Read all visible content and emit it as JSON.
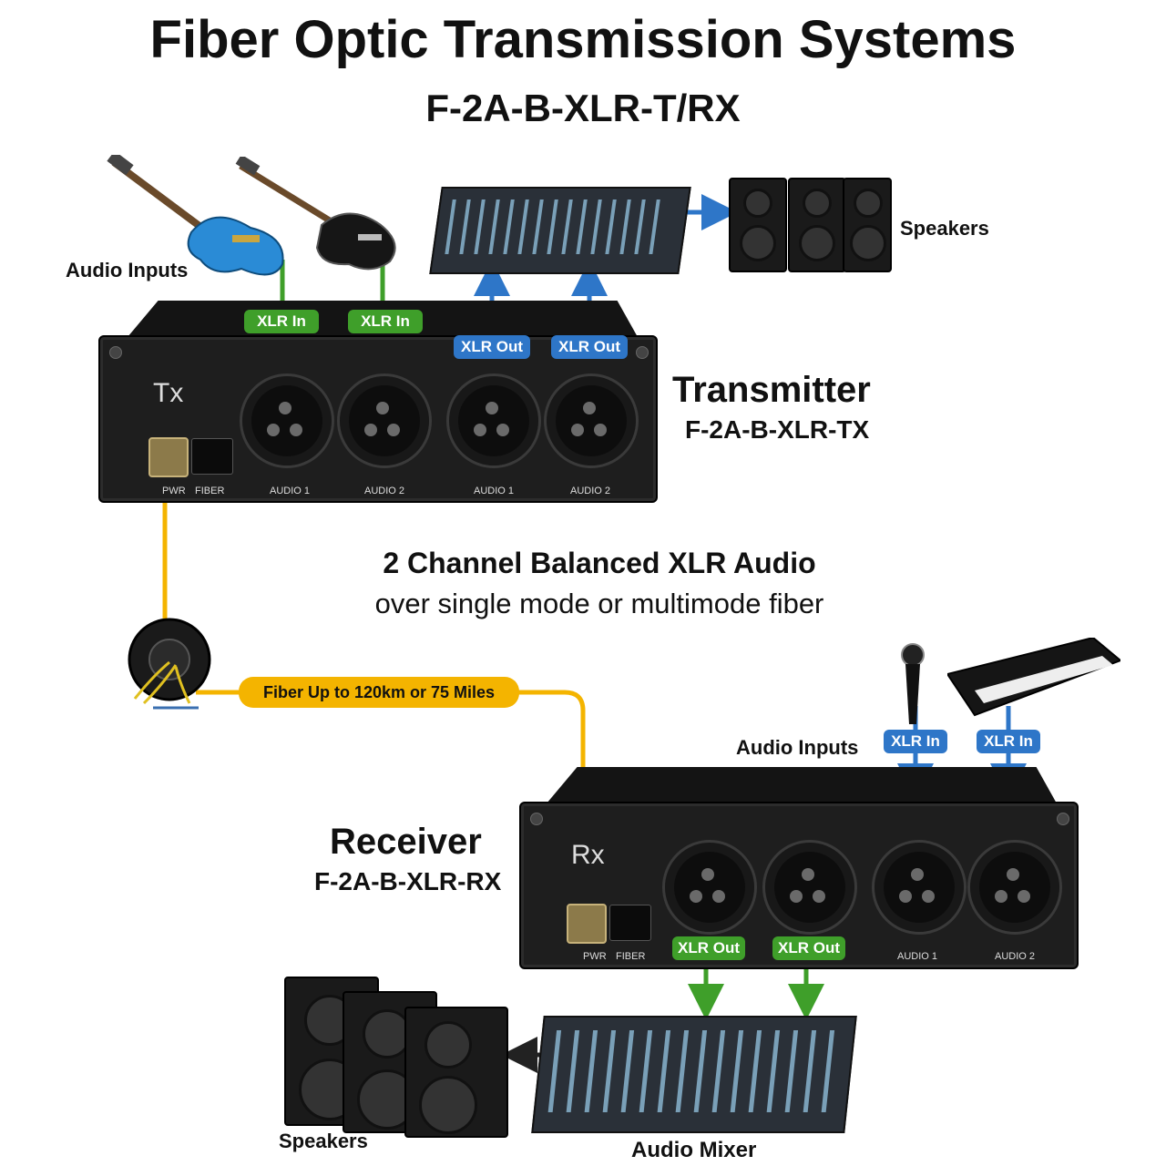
{
  "title": "Fiber Optic Transmission Systems",
  "subtitle": "F-2A-B-XLR-T/RX",
  "transmitter": {
    "heading": "Transmitter",
    "model": "F-2A-B-XLR-TX",
    "panel_label": "Tx",
    "port_labels": [
      "AUDIO 1",
      "AUDIO 2",
      "AUDIO 1",
      "AUDIO 2"
    ],
    "led_labels": [
      "PWR",
      "FIBER"
    ],
    "inputs_label": "Audio Inputs",
    "speakers_label": "Speakers",
    "xlr_in": [
      "XLR In",
      "XLR In"
    ],
    "xlr_out": [
      "XLR Out",
      "XLR Out"
    ]
  },
  "center": {
    "headline": "2 Channel Balanced XLR Audio",
    "tagline": "over single mode or multimode fiber",
    "fiber_label": "Fiber Up to 120km or 75 Miles"
  },
  "receiver": {
    "heading": "Receiver",
    "model": "F-2A-B-XLR-RX",
    "panel_label": "Rx",
    "port_labels": [
      "AUDIO 1",
      "AUDIO 2"
    ],
    "led_labels": [
      "PWR",
      "FIBER"
    ],
    "inputs_label": "Audio Inputs",
    "xlr_in": [
      "XLR In",
      "XLR In"
    ],
    "xlr_out": [
      "XLR Out",
      "XLR Out"
    ],
    "speakers_label": "Speakers",
    "mixer_label": "Audio Mixer"
  },
  "colors": {
    "green": "#3f9f2a",
    "blue": "#2e76c8",
    "yellow": "#f4b400",
    "device": "#1e1e1e"
  }
}
